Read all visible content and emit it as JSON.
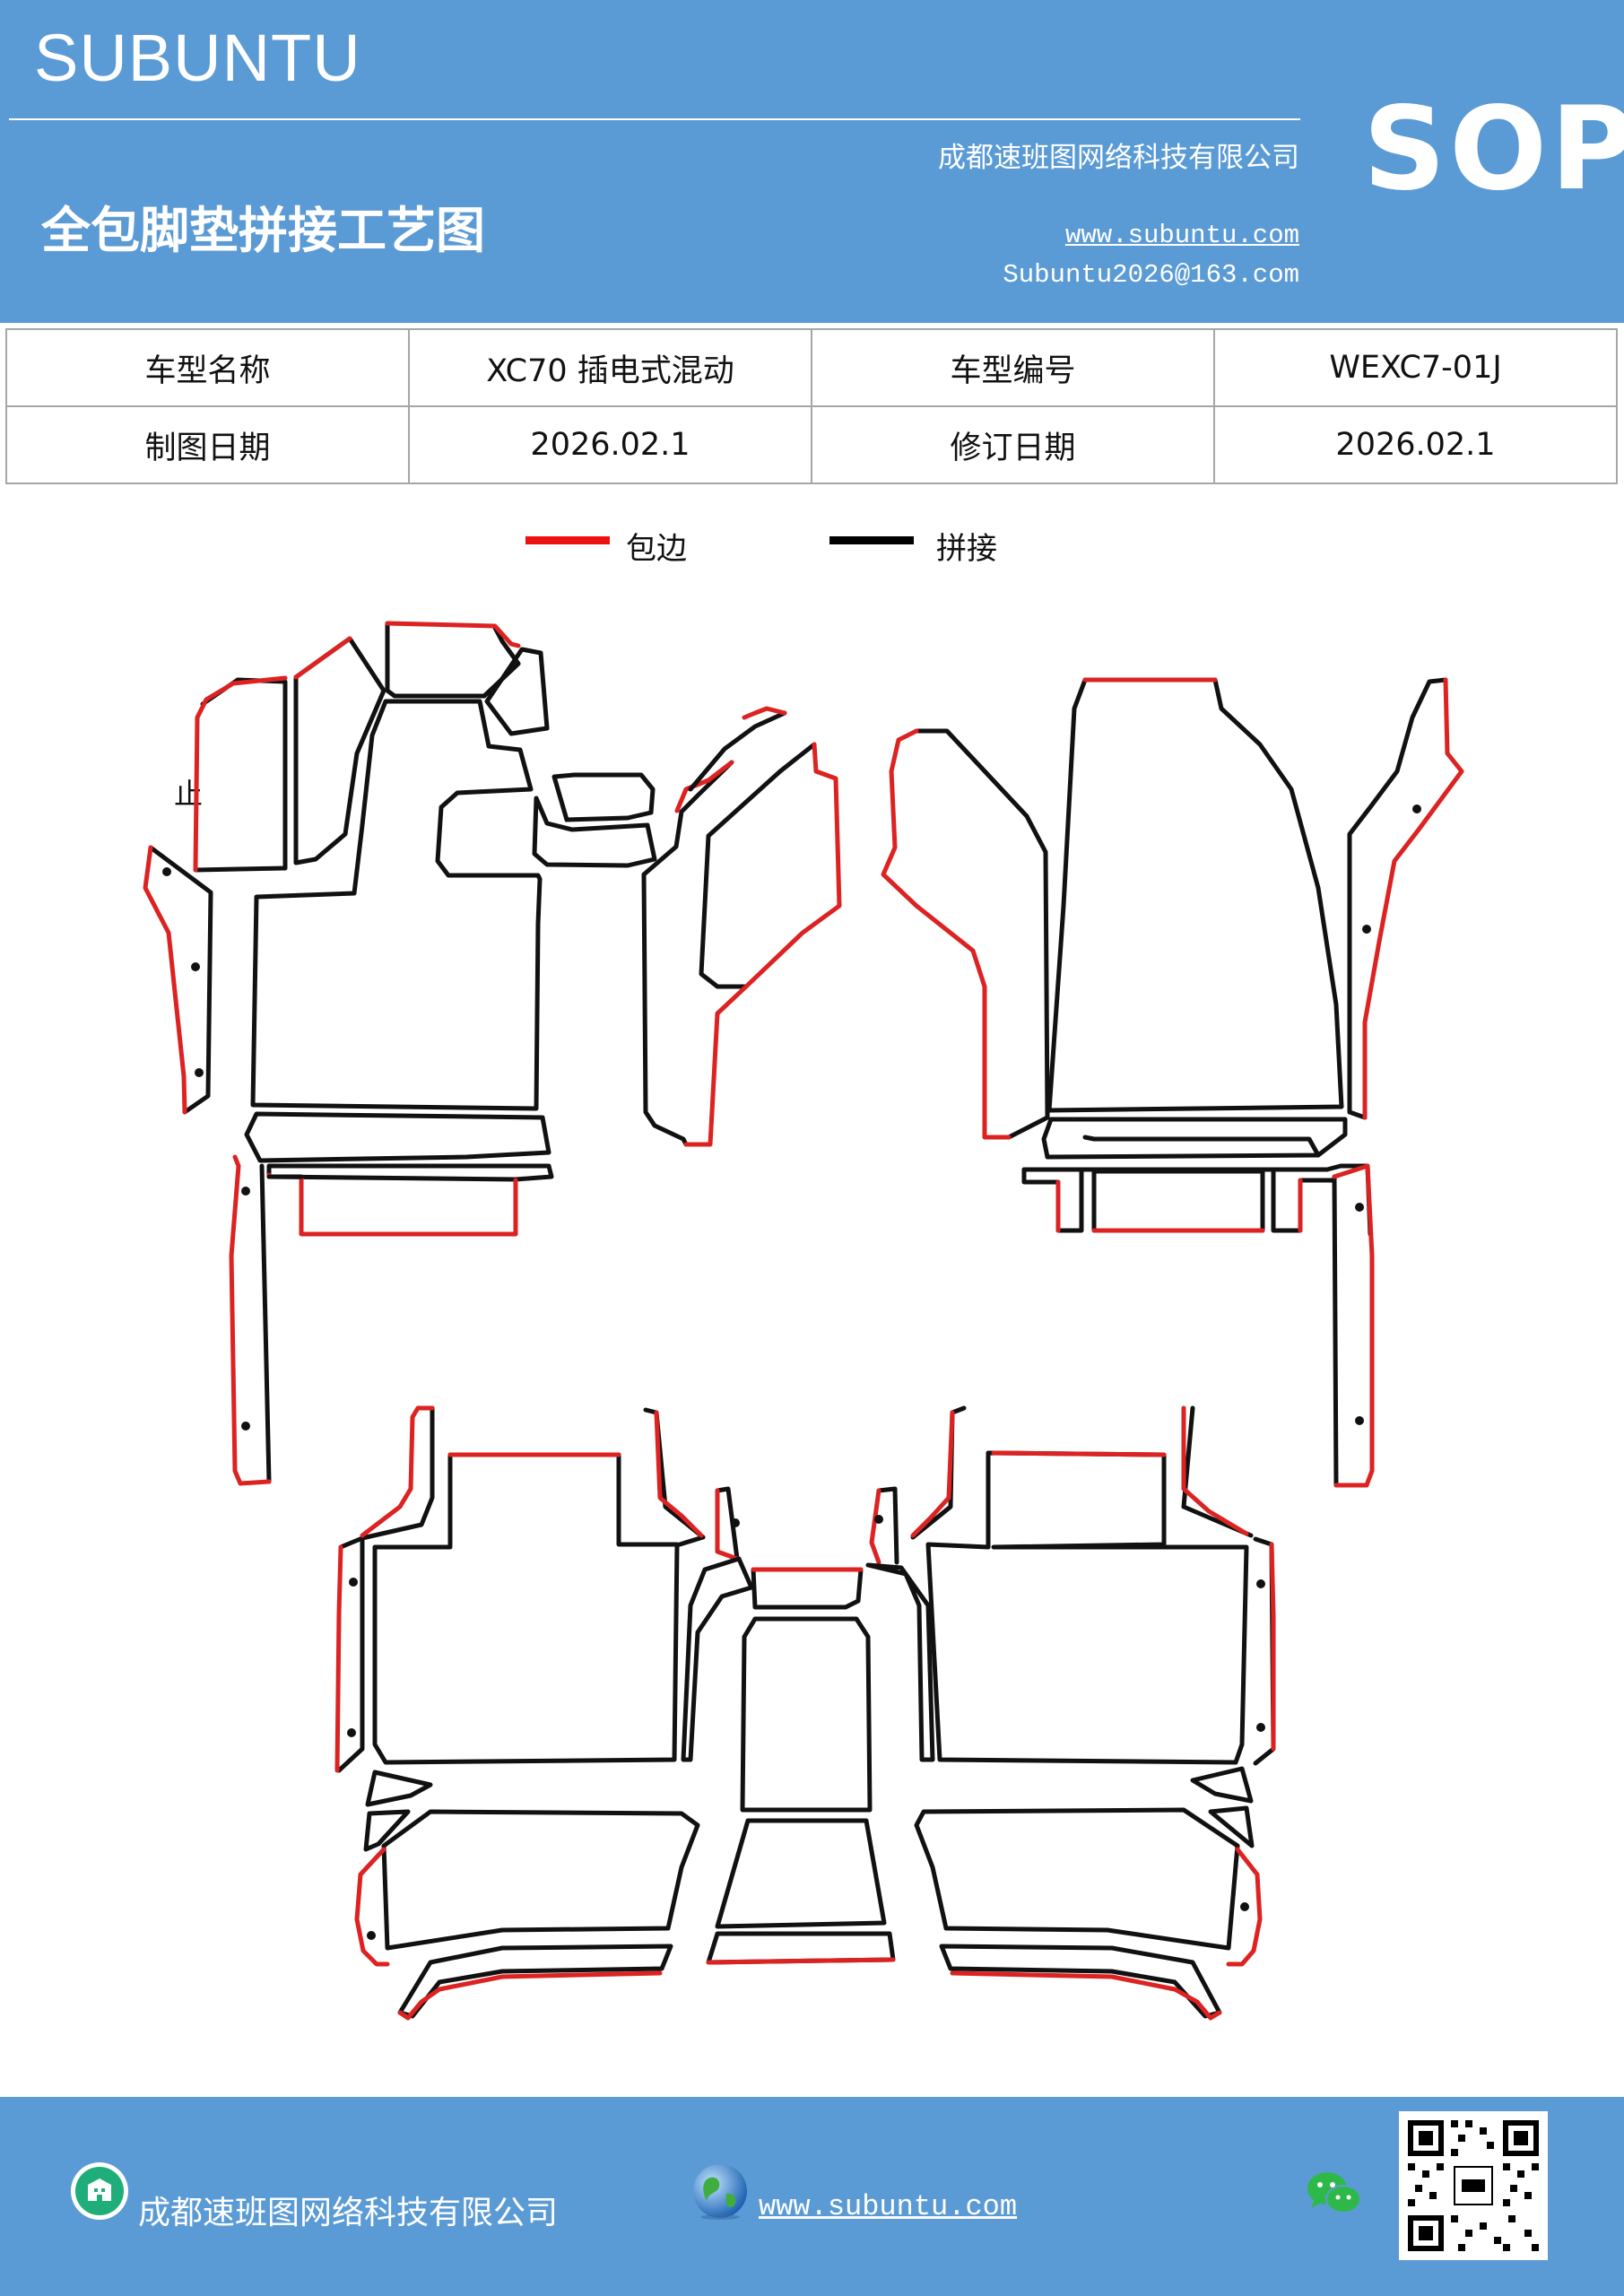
{
  "header": {
    "brand": "SUBUNTU",
    "badge": "SOP",
    "company": "成都速班图网络科技有限公司",
    "title": "全包脚垫拼接工艺图",
    "website": "www.subuntu.com",
    "email": "Subuntu2026@163.com"
  },
  "info_table": {
    "rows": [
      [
        "车型名称",
        "XC70 插电式混动",
        "车型编号",
        "WEXC7-01J"
      ],
      [
        "制图日期",
        "2026.02.1",
        "修订日期",
        "2026.02.1"
      ]
    ]
  },
  "legend": {
    "items": [
      {
        "label": "包边",
        "color": "#ee1111"
      },
      {
        "label": "拼接",
        "color": "#000000"
      }
    ]
  },
  "diagram": {
    "annotation": "止",
    "colors": {
      "edge": "#dd2222",
      "seam": "#111111"
    }
  },
  "footer": {
    "company": "成都速班图网络科技有限公司",
    "website": "www.subuntu.com"
  }
}
